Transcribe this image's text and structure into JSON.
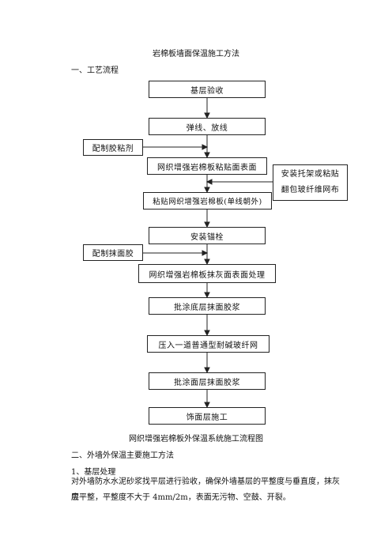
{
  "document": {
    "title": "岩棉板墙面保温施工方法",
    "section1": "一、工艺流程",
    "flow": {
      "main_steps": [
        "基层验收",
        "弹线、放线",
        "网织增强岩棉板粘贴面表面",
        "粘贴网织增强岩棉板(单线朝外)",
        "安装锚栓",
        "网织增强岩棉板抹灰面表面处理",
        "批涂底层抹面胶浆",
        "压入一道普通型耐碱玻纤网",
        "批涂面层抹面胶浆",
        "饰面层施工"
      ],
      "side_left_1": "配制胶粘剂",
      "side_left_2": "配制抹面胶",
      "side_right_line1": "安装托架或粘贴",
      "side_right_line2": "翻包玻纤维网布"
    },
    "caption": "网织增强岩棉板外保温系统施工流程图",
    "section2": "二、外墙外保温主要施工方法",
    "subsection": "1、基层处理",
    "paragraph_line1": "对外墙防水水泥砂浆找平层进行验收，确保外墙基层的平整度与垂直度，抹灰层",
    "paragraph_line2": "应平整，平整度不大于 4mm/2m，表面无污物、空鼓、开裂。"
  }
}
